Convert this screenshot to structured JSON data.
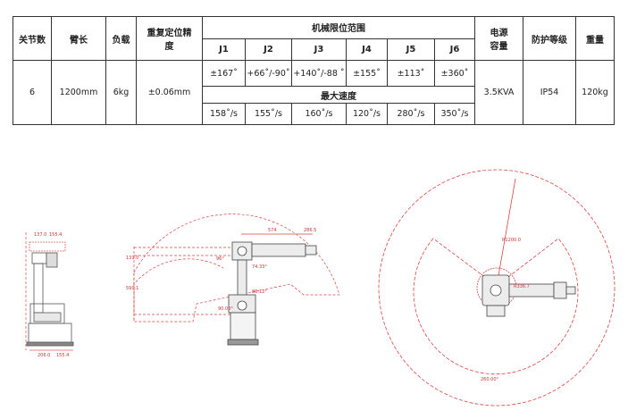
{
  "table": {
    "headers": {
      "axes": "关节数",
      "reach": "臂长",
      "payload": "负载",
      "repeatability": "重复定位精度",
      "motion_range": "机械限位范围",
      "power": "电源容量",
      "protection": "防护等级",
      "weight": "重量",
      "max_speed": "最大速度"
    },
    "joints": [
      "J1",
      "J2",
      "J3",
      "J4",
      "J5",
      "J6"
    ],
    "values": {
      "axes": "6",
      "reach": "1200mm",
      "payload": "6kg",
      "repeatability": "±0.06mm",
      "power": "3.5KVA",
      "protection": "IP54",
      "weight": "120kg"
    },
    "ranges": [
      "±167˚",
      "+66˚/-90˚",
      "+140˚/-88 ˚",
      "±155˚",
      "±113˚",
      "±360˚"
    ],
    "speeds": [
      "158˚/s",
      "155˚/s",
      "160˚/s",
      "120˚/s",
      "280˚/s",
      "350˚/s"
    ]
  },
  "drawings": {
    "front": {
      "dims_top": [
        "137.0",
        "155.4"
      ],
      "dims_bottom": [
        "206.0",
        "155.4"
      ]
    },
    "side": {
      "dims": [
        "574",
        "286.5",
        "131.0",
        "590.1",
        "90.00°",
        "74.33°",
        "96°",
        "86.12°"
      ]
    },
    "top": {
      "dims": [
        "R1200.0",
        "R336.7",
        "260.00°"
      ]
    }
  }
}
